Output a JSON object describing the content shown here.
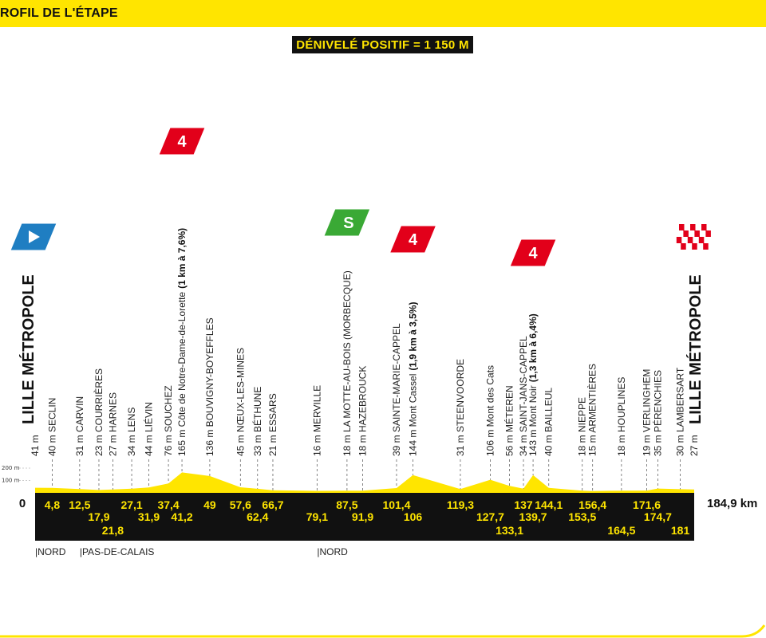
{
  "header": {
    "title": "ROFIL DE L'ÉTAPE",
    "gain": "DÉNIVELÉ POSITIF = 1 150 M"
  },
  "colors": {
    "yellow": "#ffe500",
    "black": "#111111",
    "climb_red": "#e2001a",
    "sprint_green": "#3aa935",
    "start_blue": "#1f7ec2"
  },
  "chart_data": {
    "type": "area",
    "xlim": [
      0,
      184.9
    ],
    "start_km": "0",
    "end_km": "184,9 km",
    "start_name": "LILLE MÉTROPOLE",
    "finish_name": "LILLE MÉTROPOLE",
    "alt_ticks": [
      "200 m",
      "100 m"
    ],
    "waypoints": [
      {
        "km": 0,
        "alt": 41,
        "label": "41 m"
      },
      {
        "km": 4.8,
        "alt": 40,
        "label": "40 m SECLIN",
        "km_label": "4,8",
        "row": 0
      },
      {
        "km": 12.5,
        "alt": 31,
        "label": "31 m CARVIN",
        "km_label": "12,5",
        "row": 0
      },
      {
        "km": 17.9,
        "alt": 23,
        "label": "23 m COURRIÈRES",
        "km_label": "17,9",
        "row": 1
      },
      {
        "km": 21.8,
        "alt": 27,
        "label": "27 m HARNES",
        "km_label": "21,8",
        "row": 2
      },
      {
        "km": 27.1,
        "alt": 34,
        "label": "34 m LENS",
        "km_label": "27,1",
        "row": 0
      },
      {
        "km": 31.9,
        "alt": 44,
        "label": "44 m LIÉVIN",
        "km_label": "31,9",
        "row": 1
      },
      {
        "km": 37.4,
        "alt": 76,
        "label": "76 m SOUCHEZ",
        "km_label": "37,4",
        "row": 0
      },
      {
        "km": 41.2,
        "alt": 165,
        "label": "165 m Côte de Notre-Dame-de-Lorette",
        "climb": "(1 km à 7,6%)",
        "km_label": "41,2",
        "row": 1
      },
      {
        "km": 49,
        "alt": 136,
        "label": "136 m BOUVIGNY-BOYEFFLES",
        "km_label": "49",
        "row": 0
      },
      {
        "km": 57.6,
        "alt": 45,
        "label": "45 m NŒUX-LES-MINES",
        "km_label": "57,6",
        "row": 0
      },
      {
        "km": 62.4,
        "alt": 33,
        "label": "33 m BÉTHUNE",
        "km_label": "62,4",
        "row": 1
      },
      {
        "km": 66.7,
        "alt": 21,
        "label": "21 m ESSARS",
        "km_label": "66,7",
        "row": 0
      },
      {
        "km": 79.1,
        "alt": 16,
        "label": "16 m MERVILLE",
        "km_label": "79,1",
        "row": 1
      },
      {
        "km": 87.5,
        "alt": 18,
        "label": "18 m LA MOTTE-AU-BOIS (MORBECQUE)",
        "km_label": "87,5",
        "row": 0
      },
      {
        "km": 91.9,
        "alt": 18,
        "label": "18 m HAZEBROUCK",
        "km_label": "91,9",
        "row": 1
      },
      {
        "km": 101.4,
        "alt": 39,
        "label": "39 m SAINTE-MARIE-CAPPEL",
        "km_label": "101,4",
        "row": 0
      },
      {
        "km": 106,
        "alt": 144,
        "label": "144 m Mont Cassel",
        "climb": "(1,9 km à 3,5%)",
        "km_label": "106",
        "row": 1
      },
      {
        "km": 119.3,
        "alt": 31,
        "label": "31 m STEENVOORDE",
        "km_label": "119,3",
        "row": 0
      },
      {
        "km": 127.7,
        "alt": 106,
        "label": "106 m Mont des Cats",
        "km_label": "127,7",
        "row": 1
      },
      {
        "km": 133.1,
        "alt": 56,
        "label": "56 m MÉTEREN",
        "km_label": "133,1",
        "row": 2
      },
      {
        "km": 137,
        "alt": 34,
        "label": "34 m SAINT-JANS-CAPPEL",
        "km_label": "137",
        "row": 0
      },
      {
        "km": 139.7,
        "alt": 143,
        "label": "143 m Mont Noir",
        "climb": "(1,3 km à 6,4%)",
        "km_label": "139,7",
        "row": 1
      },
      {
        "km": 144.1,
        "alt": 40,
        "label": "40 m BAILLEUL",
        "km_label": "144,1",
        "row": 0
      },
      {
        "km": 153.5,
        "alt": 18,
        "label": "18 m NIEPPE",
        "km_label": "153,5",
        "row": 1
      },
      {
        "km": 156.4,
        "alt": 15,
        "label": "15 m ARMENTIÈRES",
        "km_label": "156,4",
        "row": 0
      },
      {
        "km": 164.5,
        "alt": 18,
        "label": "18 m HOUPLINES",
        "km_label": "164,5",
        "row": 2
      },
      {
        "km": 171.6,
        "alt": 19,
        "label": "19 m VERLINGHEM",
        "km_label": "171,6",
        "row": 0
      },
      {
        "km": 174.7,
        "alt": 35,
        "label": "35 m PÉRENCHIES",
        "km_label": "174,7",
        "row": 1
      },
      {
        "km": 181,
        "alt": 30,
        "label": "30 m LAMBERSART",
        "km_label": "181",
        "row": 2
      },
      {
        "km": 184.9,
        "alt": 27,
        "label": "27 m"
      }
    ],
    "climbs": [
      {
        "km": 41.2,
        "category": "4"
      },
      {
        "km": 106,
        "category": "4"
      },
      {
        "km": 139.7,
        "category": "4"
      }
    ],
    "sprint": {
      "km": 87.5,
      "label": "S"
    },
    "regions": [
      {
        "km": 0,
        "label": "|NORD"
      },
      {
        "km": 12.5,
        "label": "|PAS-DE-CALAIS"
      },
      {
        "km": 79.1,
        "label": "|NORD"
      }
    ]
  }
}
